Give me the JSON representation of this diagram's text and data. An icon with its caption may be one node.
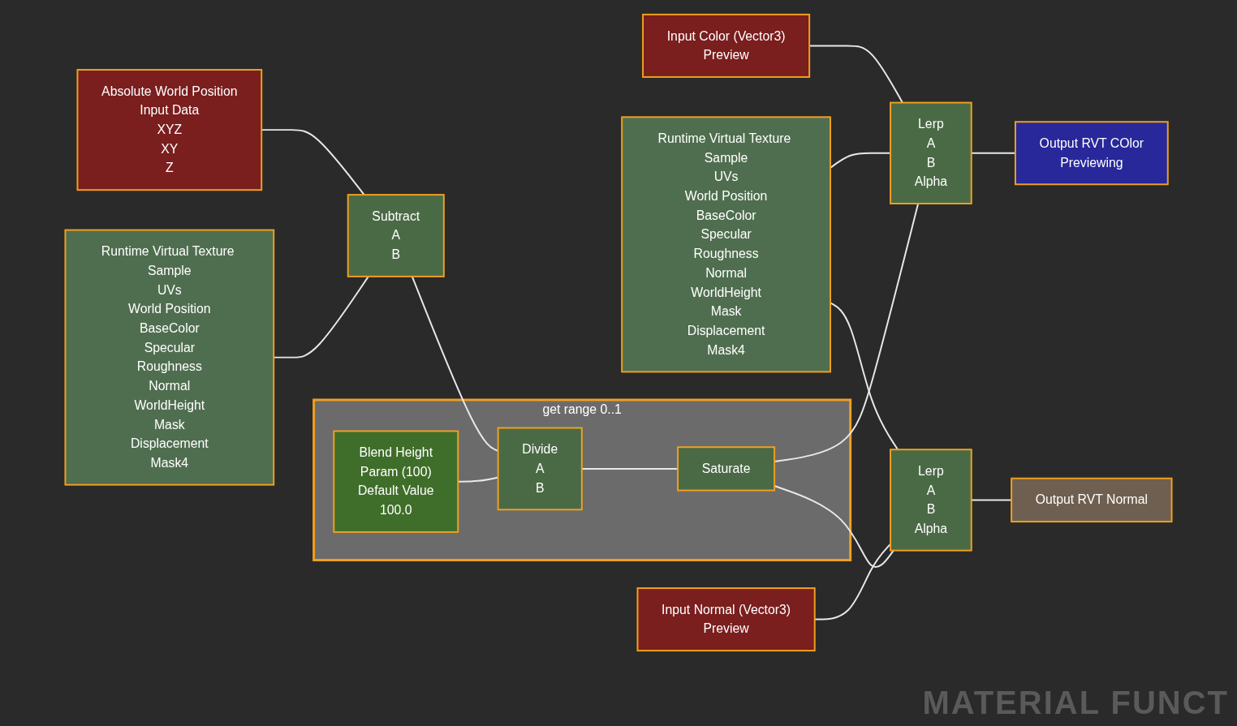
{
  "diagram": {
    "nodes": [
      {
        "text": [
          "Input Color (Vector3)",
          "Preview"
        ]
      },
      {
        "text": [
          "Runtime Virtual Texture Sample",
          "UVs",
          "World Position",
          "BaseColor",
          "Specular",
          "Roughness",
          "Normal",
          "WorldHeight",
          "Mask",
          "Displacement",
          "Mask4"
        ]
      },
      {
        "text": [
          "Output RVT COlor",
          "Previewing"
        ]
      },
      {
        "text": [
          "Lerp",
          "A",
          "B",
          "Alpha"
        ]
      },
      {
        "text": [
          "Input Normal (Vector3)",
          "Preview"
        ]
      },
      {
        "text": [
          "Lerp",
          "A",
          "B",
          "Alpha"
        ]
      },
      {
        "text": [
          "Output RVT Normal"
        ]
      },
      {
        "text": [
          "Absolute World Position",
          "Input Data",
          "XYZ",
          "XY",
          "Z"
        ]
      },
      {
        "text": [
          "get range 0..1"
        ]
      },
      {
        "text": [
          "Subtract",
          "A",
          "B"
        ]
      },
      {
        "text": [
          "Divide",
          "A",
          "B"
        ],
        "in": 8
      },
      {
        "text": [
          "Saturate"
        ],
        "in": 8
      },
      {
        "text": [
          "Runtime Virtual Texture Sample",
          "UVs",
          "World Position",
          "BaseColor",
          "Specular",
          "Roughness",
          "Normal",
          "WorldHeight",
          "Mask",
          "Displacement",
          "Mask4"
        ]
      },
      {
        "text": [
          "Blend Height",
          "Param (100)",
          "Default Value",
          "100.0"
        ],
        "in": 8
      }
    ],
    "edges": [
      {
        "from": 0,
        "to": 3,
        "arrow": "none"
      },
      {
        "from": 1,
        "to": 3,
        "arrow": "none"
      },
      {
        "from": 3,
        "to": 2,
        "arrow": "none"
      },
      {
        "from": 1,
        "to": 5,
        "arrow": "none"
      },
      {
        "from": 4,
        "to": 5,
        "arrow": "none"
      },
      {
        "from": 5,
        "to": 6,
        "arrow": "none"
      },
      {
        "from": 11,
        "to": 3,
        "arrow": "none"
      },
      {
        "from": 11,
        "to": 5,
        "arrow": "none"
      },
      {
        "from": 7,
        "to": 9,
        "arrow": "none"
      },
      {
        "from": 12,
        "to": 9,
        "arrow": "none"
      },
      {
        "from": 9,
        "to": 10,
        "arrow": "none"
      },
      {
        "from": 13,
        "to": 10,
        "arrow": "none"
      },
      {
        "from": 10,
        "to": 11,
        "arrow": "none"
      }
    ],
    "labels": [
      "MATERIAL FUNCT"
    ]
  }
}
